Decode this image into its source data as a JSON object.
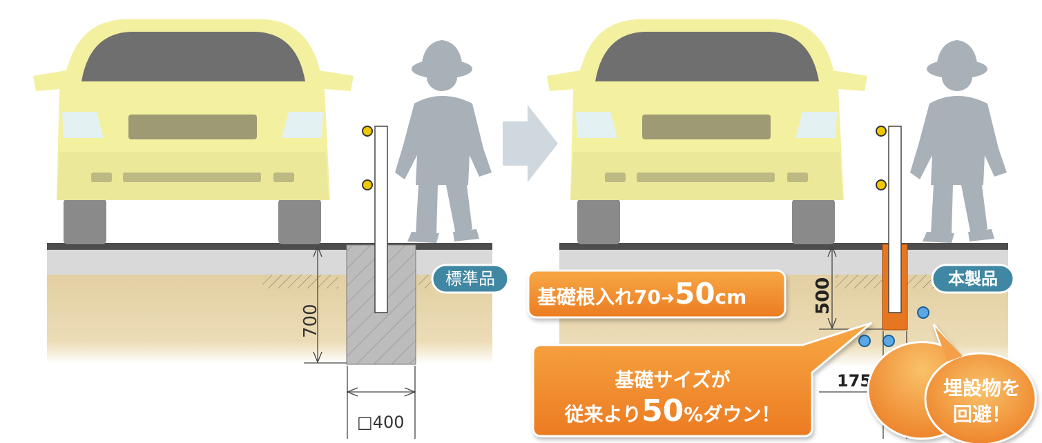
{
  "labels": {
    "before_tag": "標準品",
    "after_tag": "本製品",
    "depth_before": "700",
    "depth_after": "500",
    "width_before": "□400",
    "width_after": "175"
  },
  "callouts": {
    "embed_depth": {
      "prefix": "基礎根入れ",
      "from": "70",
      "arrow": "➜",
      "to": "50",
      "unit": "cm"
    },
    "size_reduction": {
      "line1": "基礎サイズが",
      "line2_prefix": "従来より",
      "percent": "50",
      "percent_sign": "%",
      "line2_suffix": "ダウン！"
    },
    "avoid": {
      "line1": "埋設物を",
      "line2": "回避！"
    }
  },
  "colors": {
    "car_body": "#f3f0a0",
    "car_window": "#6f6f6f",
    "tire": "#8a8a8a",
    "silhouette": "#a8b0b8",
    "soil": "#e4d2a8",
    "pavement": "#d9d9d9",
    "concrete": "#bcbcbc",
    "orange_foundation": "#e8761e",
    "callout_orange": "#ef8a2a",
    "tag_teal": "#3f87a2",
    "arrow_gray": "#cfd8de",
    "buried_pipe": "#5aa9e6"
  },
  "icons": [
    "car-icon",
    "child-silhouette-icon",
    "delineator-icon",
    "right-arrow-icon",
    "buried-pipe-icon"
  ]
}
